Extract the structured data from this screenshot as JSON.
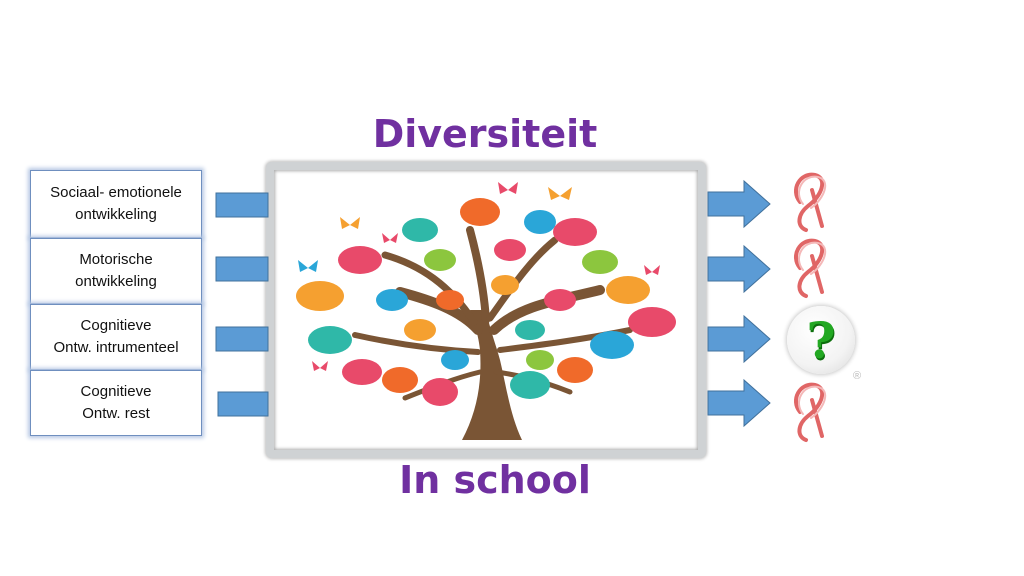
{
  "title_top": "Diversiteit",
  "title_bottom": "In school",
  "boxes": [
    {
      "label": "Sociaal- emotionele\nontwikkeling"
    },
    {
      "label": "Motorische\nontwikkeling"
    },
    {
      "label": "Cognitieve\nOntw. intrumenteel"
    },
    {
      "label": "Cognitieve\nOntw. rest"
    }
  ],
  "outcomes": [
    "logo-icon",
    "logo-icon",
    "question-icon",
    "logo-icon"
  ],
  "question_mark": "?",
  "registered_mark": "®",
  "colors": {
    "title": "#7030a0",
    "arrow": "#5b9bd5",
    "question": "#22a822",
    "logo": "#e06666"
  }
}
